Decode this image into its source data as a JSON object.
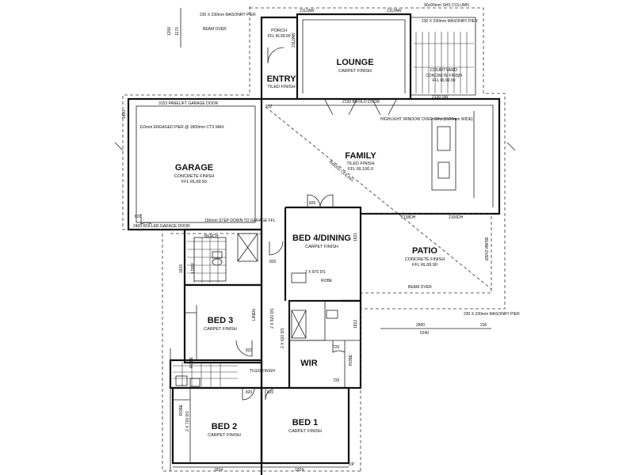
{
  "rooms": {
    "lounge": {
      "name": "LOUNGE",
      "finish": "CARPET FINISH"
    },
    "entry": {
      "name": "ENTRY",
      "finish": "TILED FINISH"
    },
    "family": {
      "name": "FAMILY",
      "finish": "TILED FINISH",
      "level": "FFL RL100.0"
    },
    "garage": {
      "name": "GARAGE",
      "finish": "CONCRETE FINISH",
      "level": "FFL RL99.50"
    },
    "bed4": {
      "name": "BED 4/DINING",
      "finish": "CARPET FINISH"
    },
    "patio": {
      "name": "PATIO",
      "finish": "CONCRETE FINISH",
      "level": "FFL RL99.90"
    },
    "bed3": {
      "name": "BED 3",
      "finish": "CARPET FINISH"
    },
    "wir": {
      "name": "WIR"
    },
    "bed2": {
      "name": "BED 2",
      "finish": "CARPET FINISH"
    },
    "bed1": {
      "name": "BED 1",
      "finish": "CARPET FINISH"
    },
    "courtyard": {
      "name": "COURTYARD",
      "finish": "CONCRETE FINISH",
      "level": "FFL RL99.90"
    },
    "porch": {
      "name": "PORCH",
      "level": "FFL RL99.90"
    }
  },
  "notes": {
    "masonry_pier_top": "230 X 230mm MASONRY PIER",
    "beam_over_top": "BEAM OVER",
    "shs_column": "90x90mm SHS COLUMN",
    "masonry_pier_right": "230 X 230mm MASONRY PIER",
    "garage_door": "3153 PANELIFT GARAGE DOOR",
    "engaged_pier": "110mm ENGAGED PIER @ 1800mm CTS MAX",
    "roller_door": "2400 ROLLER GARAGE DOOR",
    "step_down": "150mm STEP DOWN TO GARAGE FFL",
    "bifold_door": "2130 BIFOLD DOOR",
    "highlight_window": "HIGHLIGHT WINDOW OVER SDU (2100mm WIDE)",
    "raked_ceiling": "RAKED CEILING",
    "beam_over_patio": "BEAM OVER",
    "beam_over_right": "BEAM OVER",
    "masonry_pier_patio": "230 X 230mm MASONRY PIER",
    "bench": "BENCH",
    "robe_bed4": "ROBE",
    "robe_bed3": "ROBE",
    "robe_wir": "ROBE",
    "robe_bed2": "ROBE",
    "linen": "LINEN",
    "tiled_finish": "TILED FINISH",
    "ldry": "LDRY",
    "sliding_doors_bed4": "2 X 870 DS",
    "sliding_doors_bed3": "2 X 820 DS",
    "sliding_doors_linen": "2 X 620 DS",
    "sliding_doors_bed2": "2 X 720 DS",
    "dp": "DP"
  },
  "dims": {
    "d2112_a": "2112AW",
    "d2112_b": "2112AW",
    "d2112_c": "2112AW",
    "d2130": "2130 SW",
    "d912": "912",
    "d2138": "2138DH",
    "d2100": "2100DH",
    "d820_bed4": "820",
    "d820_garage": "820",
    "d820_family": "820",
    "d820_bed3": "820",
    "d820_wir": "820",
    "d820_bed2": "820",
    "d720_a": "720",
    "d720_b": "720",
    "d1821": "1821",
    "d1812": "1812",
    "d1824_a": "1824",
    "d1824_b": "1824",
    "d2890": "2890",
    "d5240": "5240",
    "d230": "230",
    "d1815": "1815",
    "d1200": "1200",
    "d1170": "1170",
    "d1600": "1600"
  }
}
